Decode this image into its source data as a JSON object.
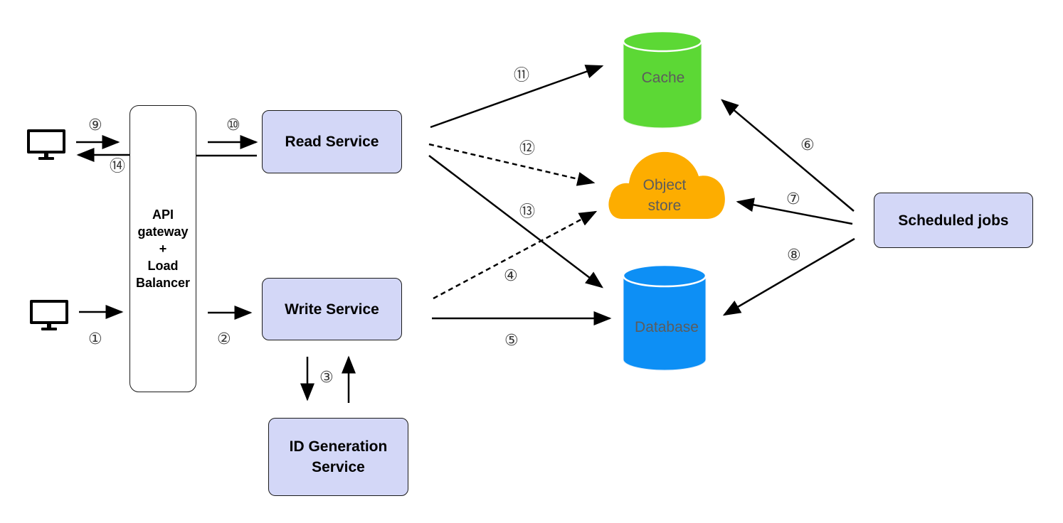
{
  "colors": {
    "service_fill": "#d3d7f7",
    "cache_fill": "#5cd835",
    "object_store_fill": "#fdad00",
    "database_fill": "#0d8ff5",
    "arrow": "#000000",
    "label_text": "#5c5c5c"
  },
  "icons": {
    "client": "desktop-monitor-icon"
  },
  "nodes": {
    "gateway_lines": [
      "API",
      "gateway",
      "+",
      "Load",
      "Balancer"
    ],
    "read_service": "Read Service",
    "write_service": "Write Service",
    "id_generation_lines": [
      "ID Generation",
      "Service"
    ],
    "scheduled_jobs": "Scheduled jobs",
    "cache": "Cache",
    "object_store_lines": [
      "Object",
      "store"
    ],
    "database": "Database"
  },
  "steps": {
    "s1": "①",
    "s2": "②",
    "s3": "③",
    "s4": "④",
    "s5": "⑤",
    "s6": "⑥",
    "s7": "⑦",
    "s8": "⑧",
    "s9": "⑨",
    "s10": "⑩",
    "s11": "⑪",
    "s12": "⑫",
    "s13": "⑬",
    "s14": "⑭"
  },
  "edges": [
    {
      "from": "client-top",
      "to": "api-gateway",
      "label": "⑨",
      "style": "solid"
    },
    {
      "from": "api-gateway",
      "to": "client-top",
      "label": "⑭",
      "style": "solid"
    },
    {
      "from": "client-bottom",
      "to": "api-gateway",
      "label": "①",
      "style": "solid"
    },
    {
      "from": "api-gateway",
      "to": "read-service",
      "label": "⑩",
      "style": "solid"
    },
    {
      "from": "api-gateway",
      "to": "write-service",
      "label": "②",
      "style": "solid"
    },
    {
      "from": "write-service",
      "to": "id-generation-service",
      "label": "③",
      "style": "solid"
    },
    {
      "from": "id-generation-service",
      "to": "write-service",
      "label": "③",
      "style": "solid"
    },
    {
      "from": "write-service",
      "to": "object-store",
      "label": "④",
      "style": "dashed"
    },
    {
      "from": "write-service",
      "to": "database",
      "label": "⑤",
      "style": "solid"
    },
    {
      "from": "read-service",
      "to": "cache",
      "label": "⑪",
      "style": "solid"
    },
    {
      "from": "read-service",
      "to": "object-store",
      "label": "⑫",
      "style": "dashed"
    },
    {
      "from": "read-service",
      "to": "database",
      "label": "⑬",
      "style": "solid"
    },
    {
      "from": "scheduled-jobs",
      "to": "cache",
      "label": "⑥",
      "style": "solid"
    },
    {
      "from": "scheduled-jobs",
      "to": "object-store",
      "label": "⑦",
      "style": "solid"
    },
    {
      "from": "scheduled-jobs",
      "to": "database",
      "label": "⑧",
      "style": "solid"
    }
  ]
}
